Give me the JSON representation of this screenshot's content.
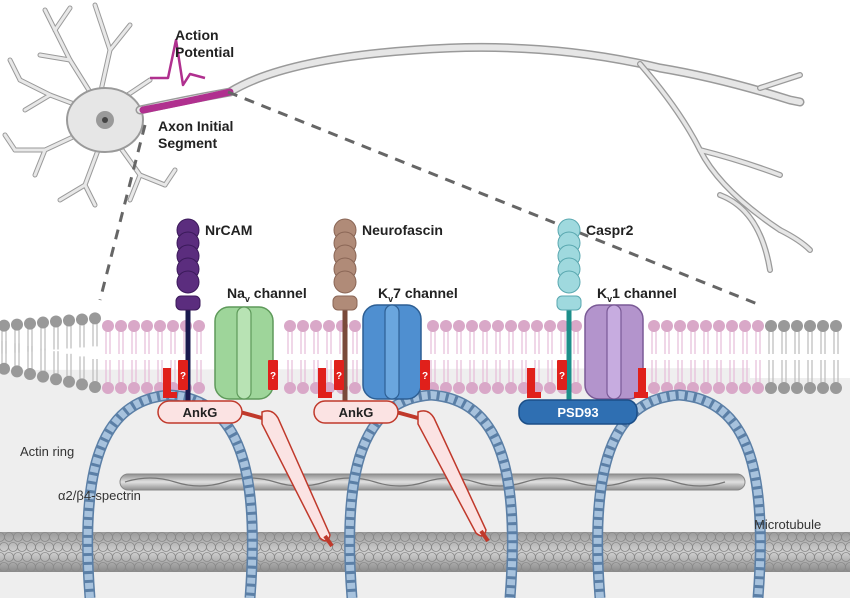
{
  "labels": {
    "action_potential_line1": "Action",
    "action_potential_line2": "Potential",
    "axon_initial_segment_line1": "Axon Initial",
    "axon_initial_segment_line2": "Segment",
    "nrcam": "NrCAM",
    "neurofascin": "Neurofascin",
    "caspr2": "Caspr2",
    "nav_channel_main": "Na",
    "nav_channel_sub": "v",
    "nav_channel_suffix": " channel",
    "kv7_channel_main": "K",
    "kv7_channel_sub": "v",
    "kv7_channel_suffix": "7 channel",
    "kv1_channel_main": "K",
    "kv1_channel_sub": "v",
    "kv1_channel_suffix": "1 channel",
    "ankg_1": "AnkG",
    "ankg_2": "AnkG",
    "psd93": "PSD93",
    "actin_ring": "Actin ring",
    "spectrin": "α2/β4-spectrin",
    "microtubule": "Microtubule",
    "unknown_mark": "?"
  },
  "colors": {
    "nrcam": "#5b2d7e",
    "neurofascin": "#b08b78",
    "caspr2": "#9fd9de",
    "nav_channel": "#9ed59a",
    "kv7_channel": "#4f8fd0",
    "kv1_channel": "#b394cc",
    "ankg_fill": "#fbe3e3",
    "ankg_stroke": "#c0392b",
    "psd93": "#2f6fb2",
    "actin": "#a7c2dd",
    "membrane_head": "#999999",
    "membrane_pink": "#d9a8c8",
    "axon_segment": "#b0308f",
    "neuron": "#e6e6e6",
    "red_marker": "#e0201b"
  }
}
